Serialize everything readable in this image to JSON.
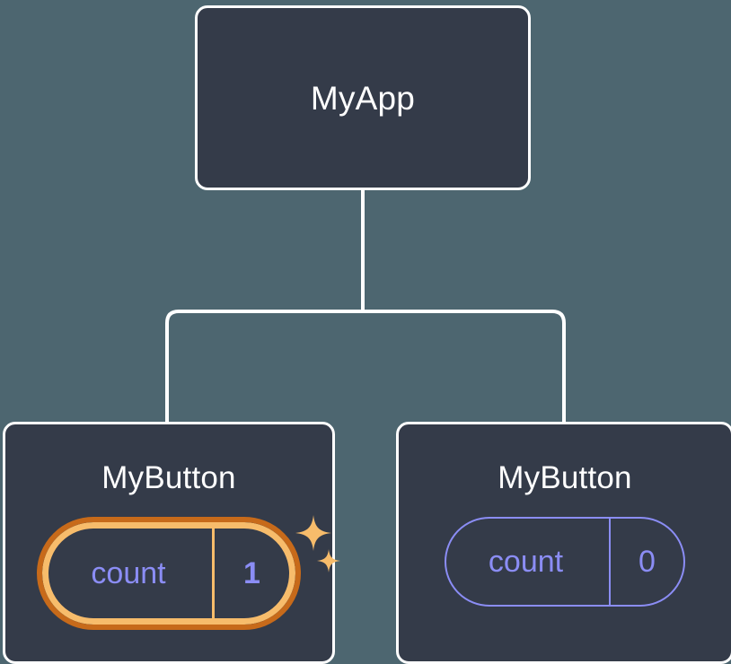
{
  "theme": {
    "background_color": "#4d6670",
    "card_fill_color": "#343b49",
    "card_border_color": "#ffffff",
    "connector_color": "#ffffff",
    "state_accent_color": "#8b8df5",
    "highlight_outer_color": "#c76a1a",
    "highlight_inner_color": "#f7bc6b",
    "sparkle_color": "#f7bc6b"
  },
  "diagram": {
    "type": "component-tree",
    "root": {
      "title": "MyApp"
    },
    "children": [
      {
        "title": "MyButton",
        "state": {
          "key": "count",
          "value": "1"
        },
        "highlighted": true,
        "sparkles": [
          "sparkle-icon-large",
          "sparkle-icon-small"
        ]
      },
      {
        "title": "MyButton",
        "state": {
          "key": "count",
          "value": "0"
        },
        "highlighted": false,
        "sparkles": []
      }
    ]
  }
}
